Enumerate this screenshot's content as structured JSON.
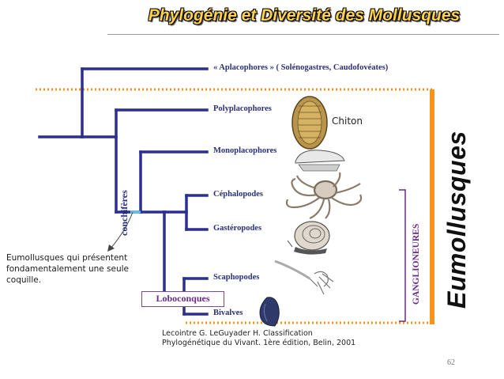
{
  "title": "Phylogénie et Diversité des Mollusques",
  "taxa": [
    {
      "label": "« Aplacophores » ( Solénogastres, Caudofovéates)"
    },
    {
      "label": "Polyplacophores"
    },
    {
      "label": "Monoplacophores"
    },
    {
      "label": "Céphalopodes"
    },
    {
      "label": "Gastéropodes"
    },
    {
      "label": "Scaphopodes"
    },
    {
      "label": "Bivalves"
    }
  ],
  "illustration_labels": {
    "chiton": "Chiton"
  },
  "clade_labels": {
    "conchiferes": "conchifères",
    "ganglioneures": "GANGLIONEURES",
    "loboconques": "Loboconques",
    "eumollusques": "Eumollusques"
  },
  "note_lines": [
    "Eumollusques qui présentent",
    "fondamentalement une seule",
    "coquille."
  ],
  "reference_lines": [
    "Lecointre G. LeGuyader H. Classification",
    "Phylogénétique du Vivant. 1ère édition, Belin, 2001"
  ],
  "page_number": "62",
  "colors": {
    "tree_line": "#2b2f8f",
    "orange_bar": "#F7941D",
    "dotted_line": "#F7941D",
    "bracket": "#6a2a8a",
    "title": "#FFD24A",
    "connector": "#5ec6e0"
  },
  "icons": [
    "chiton-illustration",
    "monoplacophore-illustration",
    "octopus-illustration",
    "snail-shell-illustration",
    "scaphopod-illustration",
    "bivalve-illustration"
  ]
}
